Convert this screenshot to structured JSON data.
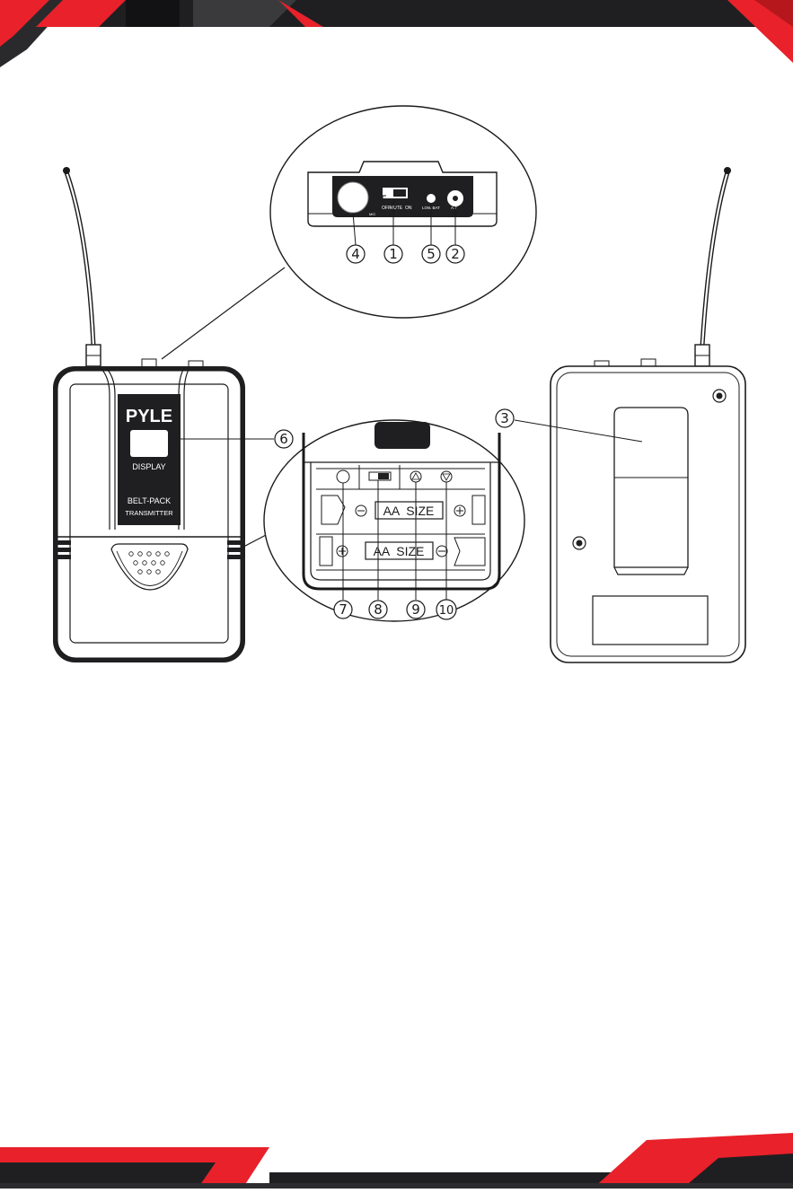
{
  "brand": {
    "logo": "PYLE",
    "display_label": "DISPLAY",
    "belt_pack_label": "BELT-PACK",
    "transmitter_label": "TRANSMITTER"
  },
  "top_panel": {
    "switch_labels": [
      "OFF",
      "MUTE",
      "ON"
    ],
    "mic_label": "MIC",
    "low_bat_label": "LOW BAT",
    "ant_label": "A.T"
  },
  "battery": {
    "label_upper": "AA  SIZE",
    "label_lower": "AA  SIZE"
  },
  "callouts": {
    "c1": "1",
    "c2": "2",
    "c3": "3",
    "c4": "4",
    "c5": "5",
    "c6": "6",
    "c7": "7",
    "c8": "8",
    "c9": "9",
    "c10": "10"
  },
  "colors": {
    "accent_red": "#e8212a",
    "frame_dark": "#1f1f21",
    "line": "#1a1a1a"
  }
}
